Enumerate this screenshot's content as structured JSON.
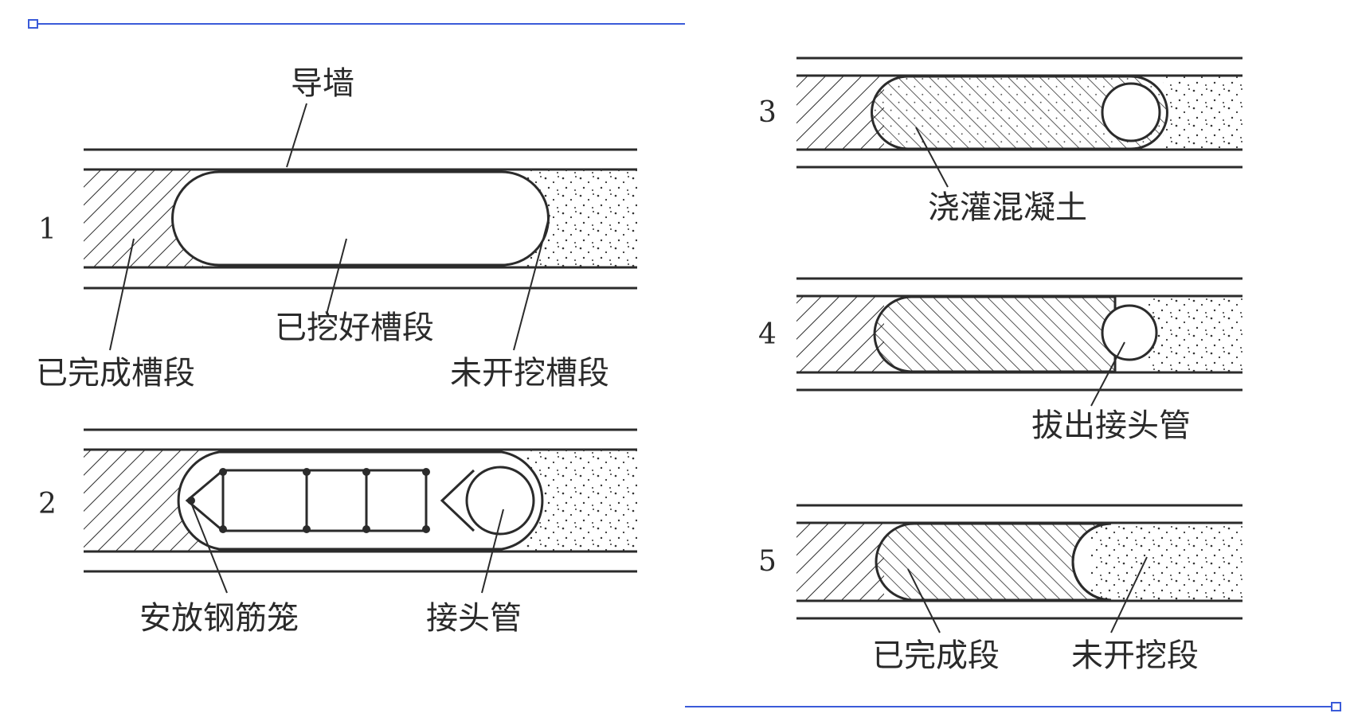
{
  "left_diagram": {
    "title_label": "导墙",
    "step1": {
      "number": "1",
      "completed_label": "已完成槽段",
      "excavated_label": "已挖好槽段",
      "unexcavated_label": "未开挖槽段"
    },
    "step2": {
      "number": "2",
      "cage_label": "安放钢筋笼",
      "pipe_label": "接头管"
    }
  },
  "right_diagram": {
    "step3": {
      "number": "3",
      "concrete_label": "浇灌混凝土"
    },
    "step4": {
      "number": "4",
      "extract_label": "拔出接头管"
    },
    "step5": {
      "number": "5",
      "done_label": "已完成段",
      "undug_label": "未开挖段"
    }
  },
  "colors": {
    "line": "#2b2b2b",
    "selection_line": "#3a5bd9"
  }
}
